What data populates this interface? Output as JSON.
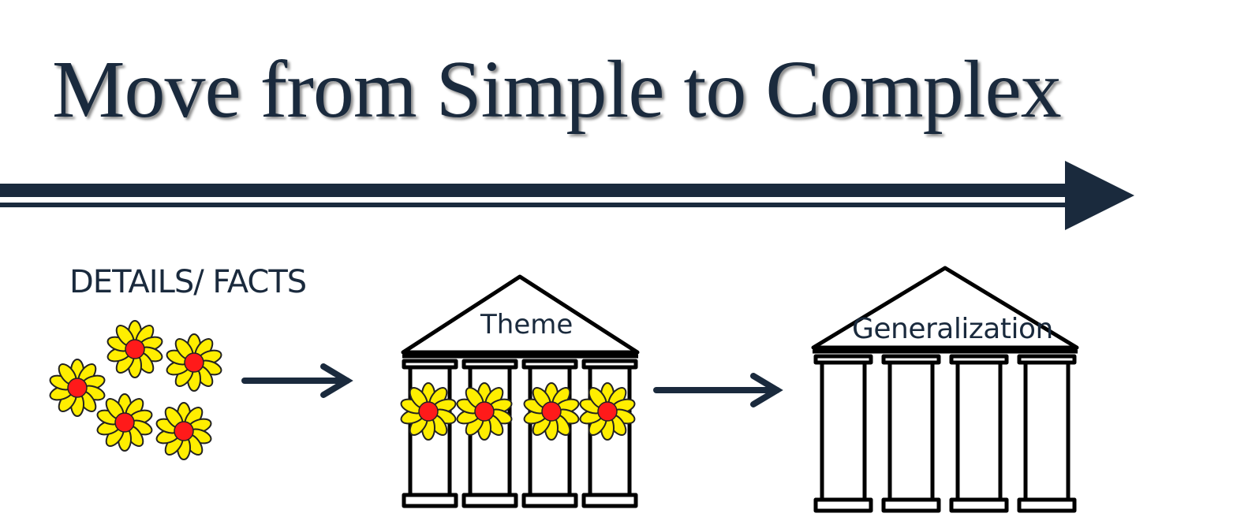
{
  "title": "Move from Simple to Complex",
  "labels": {
    "details": "DETAILS/ FACTS",
    "theme": "Theme",
    "generalization": "Generalization"
  },
  "colors": {
    "navy": "#1a2a3d",
    "petal": "#ffee00",
    "flower_center": "#ff1a1a",
    "temple_stroke": "#000000"
  },
  "icons": [
    "flower-icon",
    "temple-icon",
    "arrow-icon"
  ]
}
